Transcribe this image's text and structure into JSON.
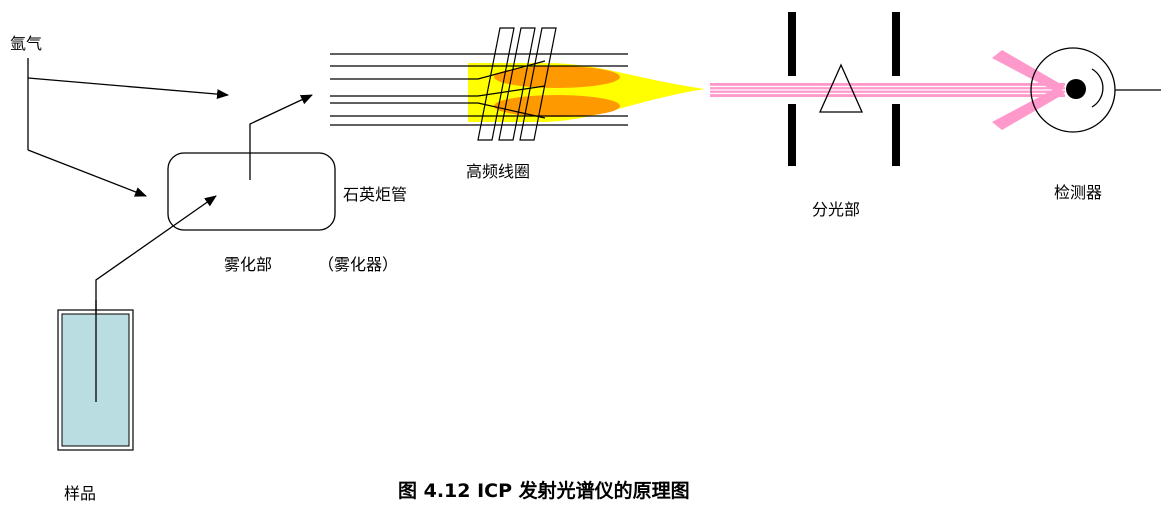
{
  "labels": {
    "argon": "氩气",
    "quartz_torch": "石英炬管",
    "rf_coil": "高频线圈",
    "monochromator": "分光部",
    "detector": "检测器",
    "nebulizer_section": "雾化部",
    "nebulizer": "（雾化器）",
    "sample": "样品"
  },
  "caption": "图 4.12   ICP 发射光谱仪的原理图",
  "colors": {
    "line": "#000000",
    "flame_outer": "#ffff00",
    "flame_core": "#ff9900",
    "beam": "#ff99cc",
    "beam_center": "#ffffff",
    "liquid": "#b9dde0"
  }
}
